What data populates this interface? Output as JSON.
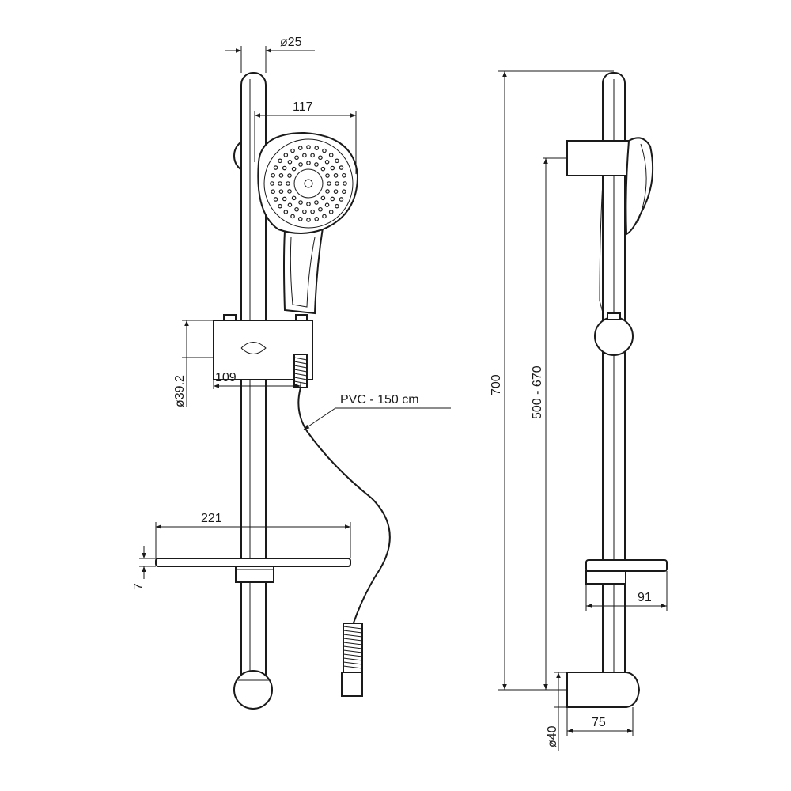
{
  "dimensions": {
    "rail_diameter": "ø25",
    "head_width": "117",
    "slider_diameter": "ø39.2",
    "slider_depth": "109",
    "hose": "PVC - 150 cm",
    "shelf_width": "221",
    "shelf_thickness": "7",
    "total_height": "700",
    "bracket_spacing": "500 - 670",
    "shelf_depth": "91",
    "bracket_diameter": "ø40",
    "bracket_depth": "75"
  }
}
